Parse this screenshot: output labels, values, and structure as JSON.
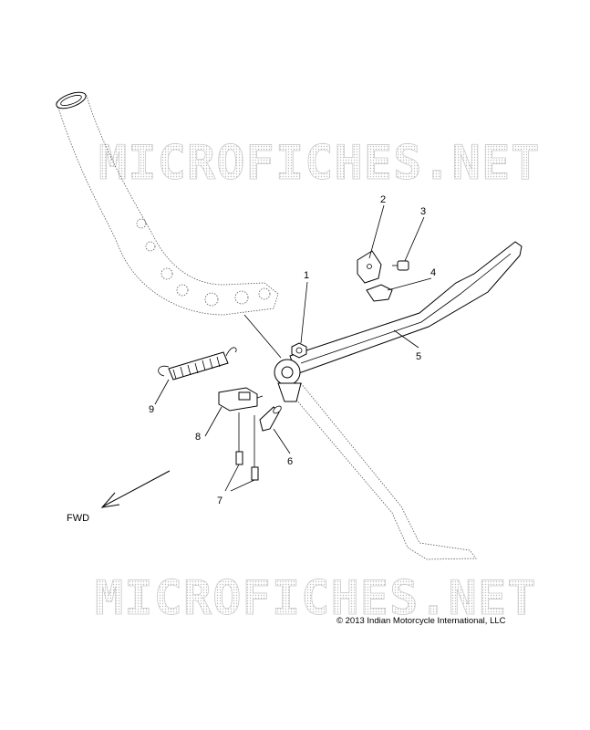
{
  "watermarks": [
    "MICROFICHES.NET",
    "MICROFICHES.NET"
  ],
  "callouts": {
    "c1": "1",
    "c2": "2",
    "c3": "3",
    "c4": "4",
    "c5": "5",
    "c6": "6",
    "c7": "7",
    "c8": "8",
    "c9": "9"
  },
  "direction_label": "FWD",
  "copyright": "© 2013 Indian Motorcycle International, LLC"
}
